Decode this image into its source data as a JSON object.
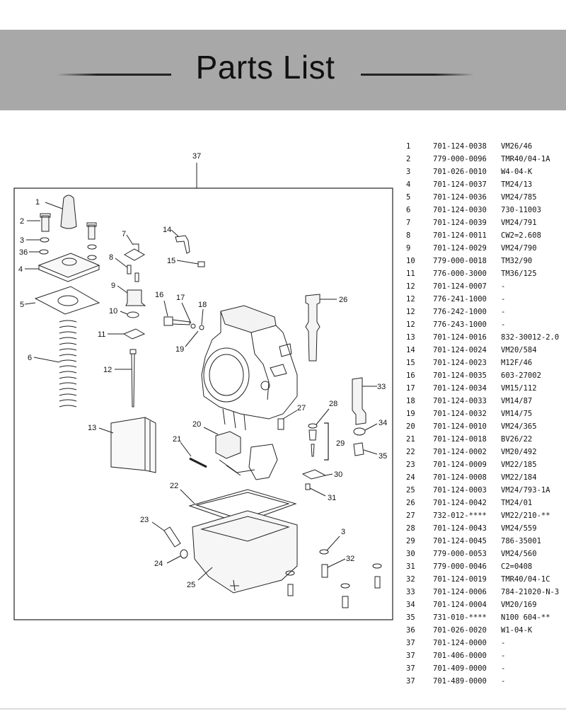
{
  "header": {
    "title": "Parts List"
  },
  "callouts": {
    "c37": "37",
    "c1": "1",
    "c2": "2",
    "c3a": "3",
    "c36": "36",
    "c4": "4",
    "c5": "5",
    "c6": "6",
    "c7": "7",
    "c8": "8",
    "c9": "9",
    "c10": "10",
    "c11": "11",
    "c12": "12",
    "c13": "13",
    "c14": "14",
    "c15": "15",
    "c16": "16",
    "c17": "17",
    "c18": "18",
    "c19": "19",
    "c20": "20",
    "c21": "21",
    "c22": "22",
    "c23": "23",
    "c24": "24",
    "c25": "25",
    "c26": "26",
    "c27": "27",
    "c28": "28",
    "c29": "29",
    "c30": "30",
    "c31": "31",
    "c32": "32",
    "c33": "33",
    "c34": "34",
    "c35": "35",
    "c3b": "3"
  },
  "parts_list": [
    {
      "no": "1",
      "part": "701-124-0038",
      "model": "VM26/46"
    },
    {
      "no": "2",
      "part": "779-000-0096",
      "model": "TMR40/04-1A"
    },
    {
      "no": "3",
      "part": "701-026-0010",
      "model": "W4-04-K"
    },
    {
      "no": "4",
      "part": "701-124-0037",
      "model": "TM24/13"
    },
    {
      "no": "5",
      "part": "701-124-0036",
      "model": "VM24/785"
    },
    {
      "no": "6",
      "part": "701-124-0030",
      "model": "730-11003"
    },
    {
      "no": "7",
      "part": "701-124-0039",
      "model": "VM24/791"
    },
    {
      "no": "8",
      "part": "701-124-0011",
      "model": "CW2=2.608"
    },
    {
      "no": "9",
      "part": "701-124-0029",
      "model": "VM24/790"
    },
    {
      "no": "10",
      "part": "779-000-0018",
      "model": "TM32/90"
    },
    {
      "no": "11",
      "part": "776-000-3000",
      "model": "TM36/125"
    },
    {
      "no": "12",
      "part": "701-124-0007",
      "model": "-"
    },
    {
      "no": "12",
      "part": "776-241-1000",
      "model": "-"
    },
    {
      "no": "12",
      "part": "776-242-1000",
      "model": "-"
    },
    {
      "no": "12",
      "part": "776-243-1000",
      "model": "-"
    },
    {
      "no": "13",
      "part": "701-124-0016",
      "model": "832-30012-2.0"
    },
    {
      "no": "14",
      "part": "701-124-0024",
      "model": "VM20/584"
    },
    {
      "no": "15",
      "part": "701-124-0023",
      "model": "M12F/46"
    },
    {
      "no": "16",
      "part": "701-124-0035",
      "model": "603-27002"
    },
    {
      "no": "17",
      "part": "701-124-0034",
      "model": "VM15/112"
    },
    {
      "no": "18",
      "part": "701-124-0033",
      "model": "VM14/87"
    },
    {
      "no": "19",
      "part": "701-124-0032",
      "model": "VM14/75"
    },
    {
      "no": "20",
      "part": "701-124-0010",
      "model": "VM24/365"
    },
    {
      "no": "21",
      "part": "701-124-0018",
      "model": "BV26/22"
    },
    {
      "no": "22",
      "part": "701-124-0002",
      "model": "VM20/492"
    },
    {
      "no": "23",
      "part": "701-124-0009",
      "model": "VM22/185"
    },
    {
      "no": "24",
      "part": "701-124-0008",
      "model": "VM22/184"
    },
    {
      "no": "25",
      "part": "701-124-0003",
      "model": "VM24/793-1A"
    },
    {
      "no": "26",
      "part": "701-124-0042",
      "model": "TM24/01"
    },
    {
      "no": "27",
      "part": "732-012-****",
      "model": "VM22/210-**"
    },
    {
      "no": "28",
      "part": "701-124-0043",
      "model": "VM24/559"
    },
    {
      "no": "29",
      "part": "701-124-0045",
      "model": "786-35001"
    },
    {
      "no": "30",
      "part": "779-000-0053",
      "model": "VM24/560"
    },
    {
      "no": "31",
      "part": "779-000-0046",
      "model": "C2=0408"
    },
    {
      "no": "32",
      "part": "701-124-0019",
      "model": "TMR40/04-1C"
    },
    {
      "no": "33",
      "part": "701-124-0006",
      "model": "784-21020-N-3"
    },
    {
      "no": "34",
      "part": "701-124-0004",
      "model": "VM20/169"
    },
    {
      "no": "35",
      "part": "731-010-****",
      "model": "N100 604-**"
    },
    {
      "no": "36",
      "part": "701-026-0020",
      "model": "W1-04-K"
    },
    {
      "no": "37",
      "part": "701-124-0000",
      "model": "-"
    },
    {
      "no": "37",
      "part": "701-406-0000",
      "model": "-"
    },
    {
      "no": "37",
      "part": "701-409-0000",
      "model": "-"
    },
    {
      "no": "37",
      "part": "701-489-0000",
      "model": "-"
    }
  ]
}
